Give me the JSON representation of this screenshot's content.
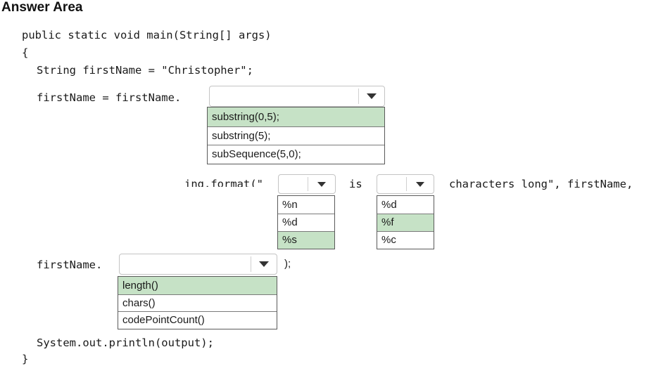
{
  "header": {
    "title": "Answer Area"
  },
  "code": {
    "line1": "public static void main(String[] args)",
    "line2": "{",
    "line3": "String firstName = \"Christopher\";",
    "line4": "firstName = firstName.",
    "line5a": "ing.format(\"",
    "line5b": "is",
    "line5c": "characters long\", firstName,",
    "line6a": "firstName.",
    "line6b": ");",
    "line7": "System.out.println(output);",
    "line8": "}"
  },
  "dropdown1": {
    "selected": "",
    "options": [
      "substring(0,5);",
      "substring(5);",
      "subSequence(5,0);"
    ],
    "highlighted_index": 0
  },
  "dropdown2": {
    "selected": "",
    "options": [
      "%n",
      "%d",
      "%s"
    ],
    "highlighted_index": 2
  },
  "dropdown3": {
    "selected": "",
    "options": [
      "%d",
      "%f",
      "%c"
    ],
    "highlighted_index": 1
  },
  "dropdown4": {
    "selected": "",
    "options": [
      "length()",
      "chars()",
      "codePointCount()"
    ],
    "highlighted_index": 0
  }
}
